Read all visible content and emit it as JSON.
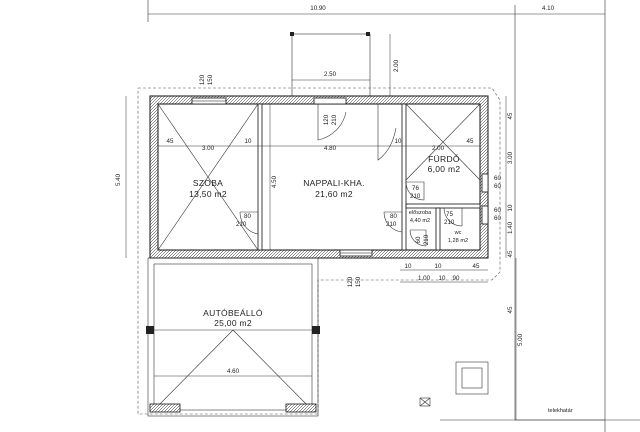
{
  "rooms": {
    "szoba_name": "SZOBA",
    "szoba_area": "13,50 m2",
    "nappali_name": "NAPPALI-KHA.",
    "nappali_area": "21,60 m2",
    "furdo_name": "FÜRDŐ",
    "furdo_area": "6,00 m2",
    "eloszoba_name": "előszoba",
    "eloszoba_area": "4,40 m2",
    "wc_name": "wc",
    "wc_area": "1,28 m2",
    "autobeallo_name": "AUTÓBEÁLLÓ",
    "autobeallo_area": "25,00 m2"
  },
  "dims": {
    "top_total": "10.90",
    "top_right": "4.10",
    "terrace_w": "2.50",
    "terrace_d": "2.00",
    "win_top_w": "120",
    "win_top_h": "150",
    "door_top_w": "120",
    "door_top_h": "210",
    "szoba_w": "3.00",
    "wall45a": "45",
    "wall10a": "10",
    "nappali_w": "4.80",
    "wall10b": "10",
    "furdo_w": "2.00",
    "wall45b": "45",
    "left_h": "5.40",
    "mid_h": "4.50",
    "right_300": "3.00",
    "right_45a": "45",
    "right_10": "10",
    "right_140": "1.40",
    "right_45b": "45",
    "win_60a_w": "60",
    "win_60a_h": "60",
    "win_60b_w": "60",
    "win_60b_h": "60",
    "d76": "76",
    "d76h": "210",
    "d80a": "80",
    "d80ah": "210",
    "d80b": "80",
    "d80bh": "210",
    "d75": "75",
    "d75h": "210",
    "d60": "60",
    "d60h": "210",
    "bot_10a": "10",
    "bot_10b": "10",
    "bot_45": "45",
    "bot_100": "1.00",
    "bot_10c": "10",
    "bot_90": "90",
    "win_bot_w": "120",
    "win_bot_h": "150",
    "carport_w": "4.60",
    "carport_h": "5.00",
    "right_45c": "45",
    "plot_line": "telekhatár"
  }
}
